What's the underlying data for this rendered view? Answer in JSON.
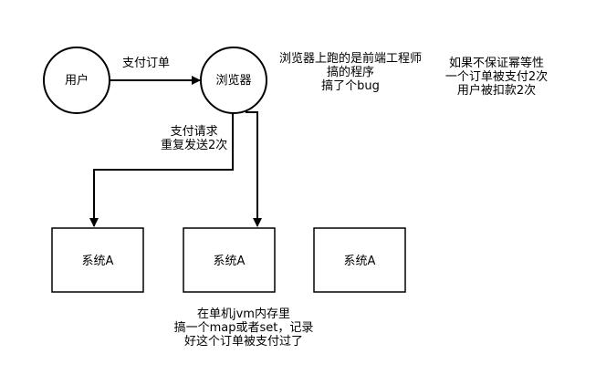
{
  "nodes": {
    "user": "用户",
    "browser": "浏览器",
    "system_1": "系统A",
    "system_2": "系统A",
    "system_3": "系统A"
  },
  "edges": {
    "pay_order": "支付订单",
    "pay_request_line1": "支付请求",
    "pay_request_line2": "重复发送2次"
  },
  "notes": {
    "browser_bug": [
      "浏览器上跑的是前端工程师",
      "搞的程序",
      "搞了个bug"
    ],
    "idempotency": [
      "如果不保证幂等性",
      "一个订单被支付2次",
      "用户被扣款2次"
    ],
    "jvm_memory": [
      "在单机jvm内存里",
      "搞一个map或者set，记录",
      "好这个订单被支付过了"
    ]
  }
}
